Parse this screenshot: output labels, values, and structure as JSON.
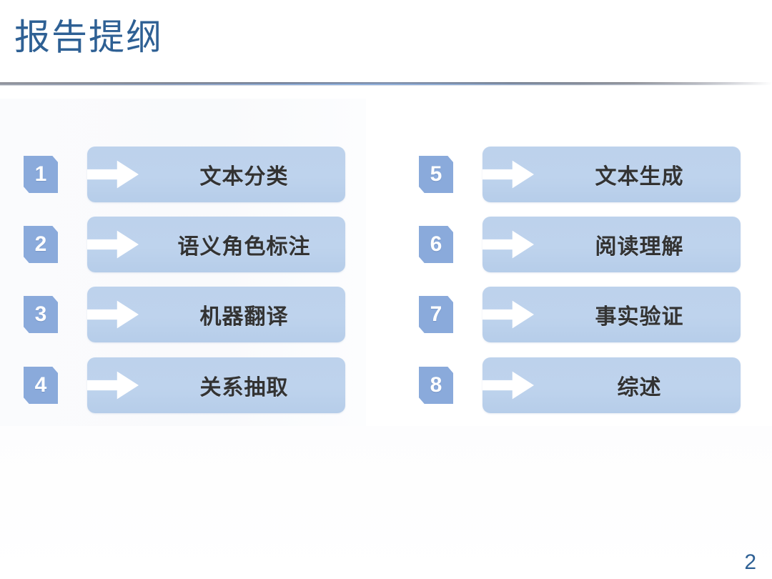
{
  "slide": {
    "title": "报告提纲",
    "page_number": "2",
    "accent_color": "#2E6094",
    "badge_color": "#8AAADB",
    "bar_color": "#BDD2EC",
    "label_color": "#333333",
    "arrow_color": "#FFFFFF",
    "background_color": "#FFFFFF"
  },
  "outline": {
    "columns": 2,
    "items": [
      {
        "number": "1",
        "label": "文本分类",
        "column": "left",
        "row": 1
      },
      {
        "number": "2",
        "label": "语义角色标注",
        "column": "left",
        "row": 2
      },
      {
        "number": "3",
        "label": "机器翻译",
        "column": "left",
        "row": 3
      },
      {
        "number": "4",
        "label": "关系抽取",
        "column": "left",
        "row": 4
      },
      {
        "number": "5",
        "label": "文本生成",
        "column": "right",
        "row": 1
      },
      {
        "number": "6",
        "label": "阅读理解",
        "column": "right",
        "row": 2
      },
      {
        "number": "7",
        "label": "事实验证",
        "column": "right",
        "row": 3
      },
      {
        "number": "8",
        "label": "综述",
        "column": "right",
        "row": 4
      }
    ]
  },
  "icons": {
    "arrow": "right-arrow-icon"
  }
}
